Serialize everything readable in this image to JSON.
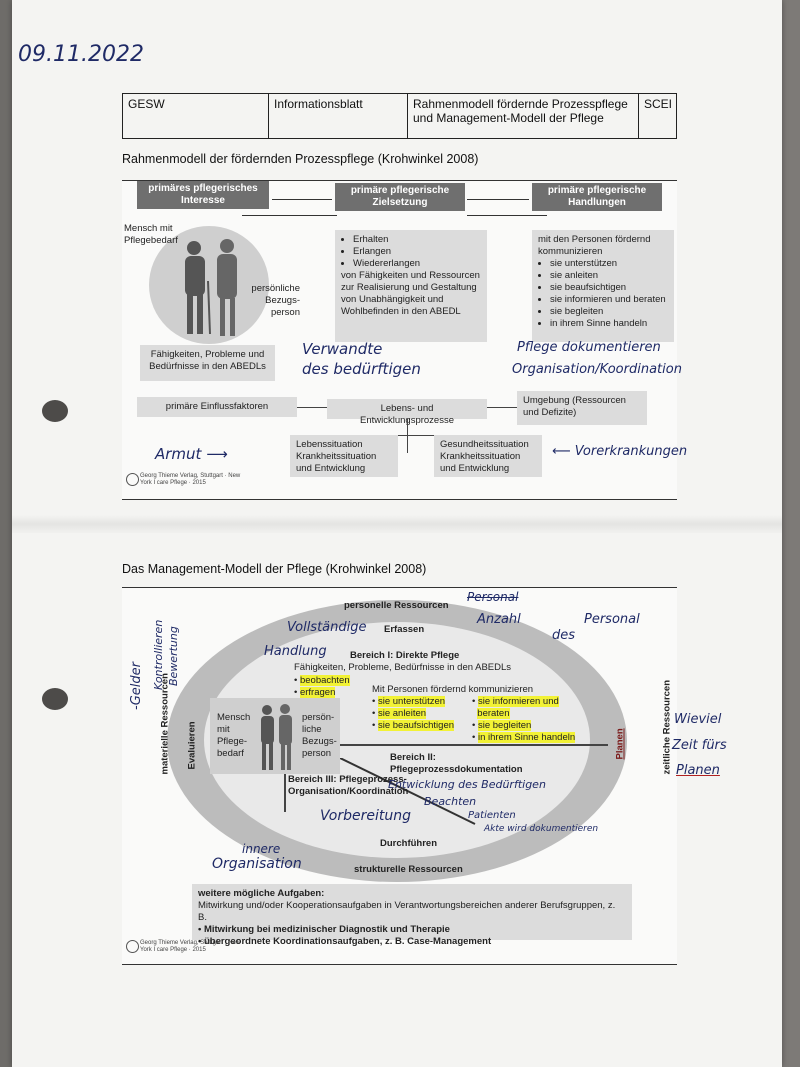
{
  "handwriting": {
    "date": "09.11.2022",
    "verwandte": "Verwandte",
    "des_beduerftigen": "des bedürftigen",
    "pflege_dok": "Pflege dokumentieren",
    "organisation": "Organisation/Koordination",
    "armut": "Armut",
    "vorerkrankungen": "Vorerkrankungen",
    "personal_struck": "Personal",
    "anzahl": "Anzahl",
    "des": "des",
    "personal": "Personal",
    "gelder": "-Gelder",
    "kontrollieren": "Kontrollieren",
    "bewertung": "Bewertung",
    "vollstaendige": "Vollständige",
    "handlung": "Handlung",
    "wieviel": "Wieviel",
    "zeit": "Zeit fürs",
    "planen": "Planen",
    "entwicklung": "Entwicklung des Bedürftigen",
    "beachten": "Beachten",
    "vorbereitung": "Vorbereitung",
    "patienten": "Patienten",
    "akte": "Akte wird dokumentieren",
    "innere": "innere",
    "organisation2": "Organisation"
  },
  "header": {
    "c1": "GESW",
    "c2": "Informationsblatt",
    "c3": "Rahmenmodell fördernde Prozesspflege und Management-Modell der Pflege",
    "c4": "SCEI"
  },
  "fig1": {
    "title": "Rahmenmodell der fördernden Prozesspflege (Krohwinkel 2008)",
    "interesse": "primäres pflegerisches Interesse",
    "zielsetzung": "primäre pflegerische Zielsetzung",
    "handlungen": "primäre pflegerische Handlungen",
    "mensch": "Mensch mit Pflegebedarf",
    "bezugsperson": "persönliche Bezugs-person",
    "ziele": [
      "Erhalten",
      "Erlangen",
      "Wiedererlangen"
    ],
    "ziele_text": "von Fähigkeiten und Ressourcen zur Realisierung und Gestaltung von Unabhängigkeit und Wohlbefinden in den ABEDL",
    "handl_intro": "mit den Personen fördernd kommunizieren",
    "handl": [
      "sie unterstützen",
      "sie anleiten",
      "sie beaufsichtigen",
      "sie informieren und beraten",
      "sie begleiten",
      "in ihrem Sinne handeln"
    ],
    "faehigkeiten": "Fähigkeiten, Probleme und Bedürfnisse in den ABEDLs",
    "einfluss": "primäre Einflussfaktoren",
    "lebens": "Lebens- und Entwicklungsprozesse",
    "umgebung": "Umgebung (Ressourcen und Defizite)",
    "lebenssit": "Lebenssituation Krankheitssituation und Entwicklung",
    "gesundheit": "Gesundheitssituation Krankheitssituation und Entwicklung",
    "pub": "Georg Thieme Verlag, Stuttgart · New York I care Pflege · 2015"
  },
  "fig2": {
    "title": "Das Management-Modell der Pflege (Krohwinkel 2008)",
    "personelle": "personelle Ressourcen",
    "erfassen": "Erfassen",
    "bereich1": "Bereich I:  Direkte Pflege",
    "faeh": "Fähigkeiten, Probleme, Bedürfnisse in den ABEDLs",
    "beob": [
      "beobachten",
      "erfragen"
    ],
    "mitpers": "Mit Personen fördernd kommunizieren",
    "col1": [
      "sie unterstützen",
      "sie anleiten",
      "sie beaufsichtigen"
    ],
    "col2": [
      "sie informieren und",
      "beraten",
      "sie begleiten",
      "in ihrem Sinne handeln"
    ],
    "mensch": "Mensch mit Pflege-bedarf",
    "bezug": "persön-liche Bezugs-person",
    "materielle": "materielle Ressourcen",
    "evaluieren": "Evaluieren",
    "planen": "Planen",
    "zeitliche": "zeitliche Ressourcen",
    "bereich2": "Bereich II: Pflegeprozessdokumentation",
    "bereich3": "Bereich III: Pflegeprozess-Organisation/Koordination",
    "durchfuehren": "Durchführen",
    "strukturelle": "strukturelle Ressourcen",
    "weitere_title": "weitere mögliche Aufgaben:",
    "weitere_text": "Mitwirkung und/oder Kooperationsaufgaben in Verantwortungsbereichen anderer Berufsgruppen, z. B.",
    "weitere_items": [
      "Mitwirkung bei medizinischer Diagnostik und Therapie",
      "übergeordnete Koordinationsaufgaben, z. B. Case-Management"
    ],
    "pub": "Georg Thieme Verlag, Stuttgart · New York I care Pflege · 2015"
  },
  "colors": {
    "highlight": "#f2f235",
    "ink": "#1f2a66",
    "darkbox": "#6f6f6f",
    "lightbox": "#dcdcdc"
  }
}
